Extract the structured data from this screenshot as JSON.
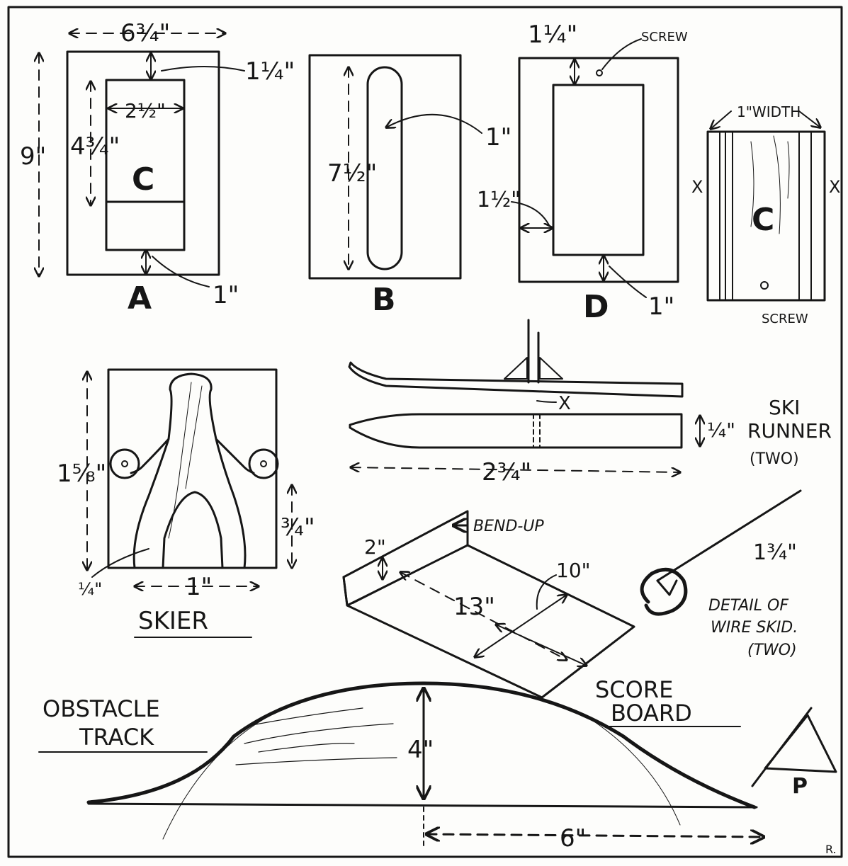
{
  "panel_a": {
    "letter": "A",
    "inner_letter": "C",
    "width": "6¾\"",
    "height": "9\"",
    "top_margin": "1¼\"",
    "window_width": "2½\"",
    "window_height": "4¾\"",
    "bottom_margin": "1\""
  },
  "panel_b": {
    "letter": "B",
    "slot_length": "7½\"",
    "slot_width": "1\""
  },
  "panel_d": {
    "letter": "D",
    "top_margin": "1¼\"",
    "screw": "SCREW",
    "side_margin": "1½\"",
    "bottom_margin": "1\""
  },
  "panel_c": {
    "letter": "C",
    "width_label": "1\"WIDTH",
    "x_mark": "X",
    "screw": "SCREW"
  },
  "ski_runner": {
    "title_line1": "SKI",
    "title_line2": "RUNNER",
    "title_line3": "(TWO)",
    "thickness": "¼\"",
    "length": "2¾\"",
    "x_mark": "X"
  },
  "skier": {
    "title": "SKIER",
    "height": "1⅝\"",
    "leg_height": "¾\"",
    "base_width": "1\"",
    "leg_width": "¼\""
  },
  "board": {
    "bend_label": "BEND-UP",
    "lip": "2\"",
    "length": "13\"",
    "width": "10\""
  },
  "wire_skid": {
    "length": "1¾\"",
    "caption_line1": "DETAIL OF",
    "caption_line2": "WIRE SKID.",
    "caption_line3": "(TWO)"
  },
  "score_board": {
    "line1": "SCORE",
    "line2": "BOARD"
  },
  "track": {
    "label_line1": "OBSTACLE",
    "label_line2": "TRACK",
    "height": "4\"",
    "half_length": "6\""
  },
  "pennant": {
    "letter": "P"
  },
  "signature": "R."
}
